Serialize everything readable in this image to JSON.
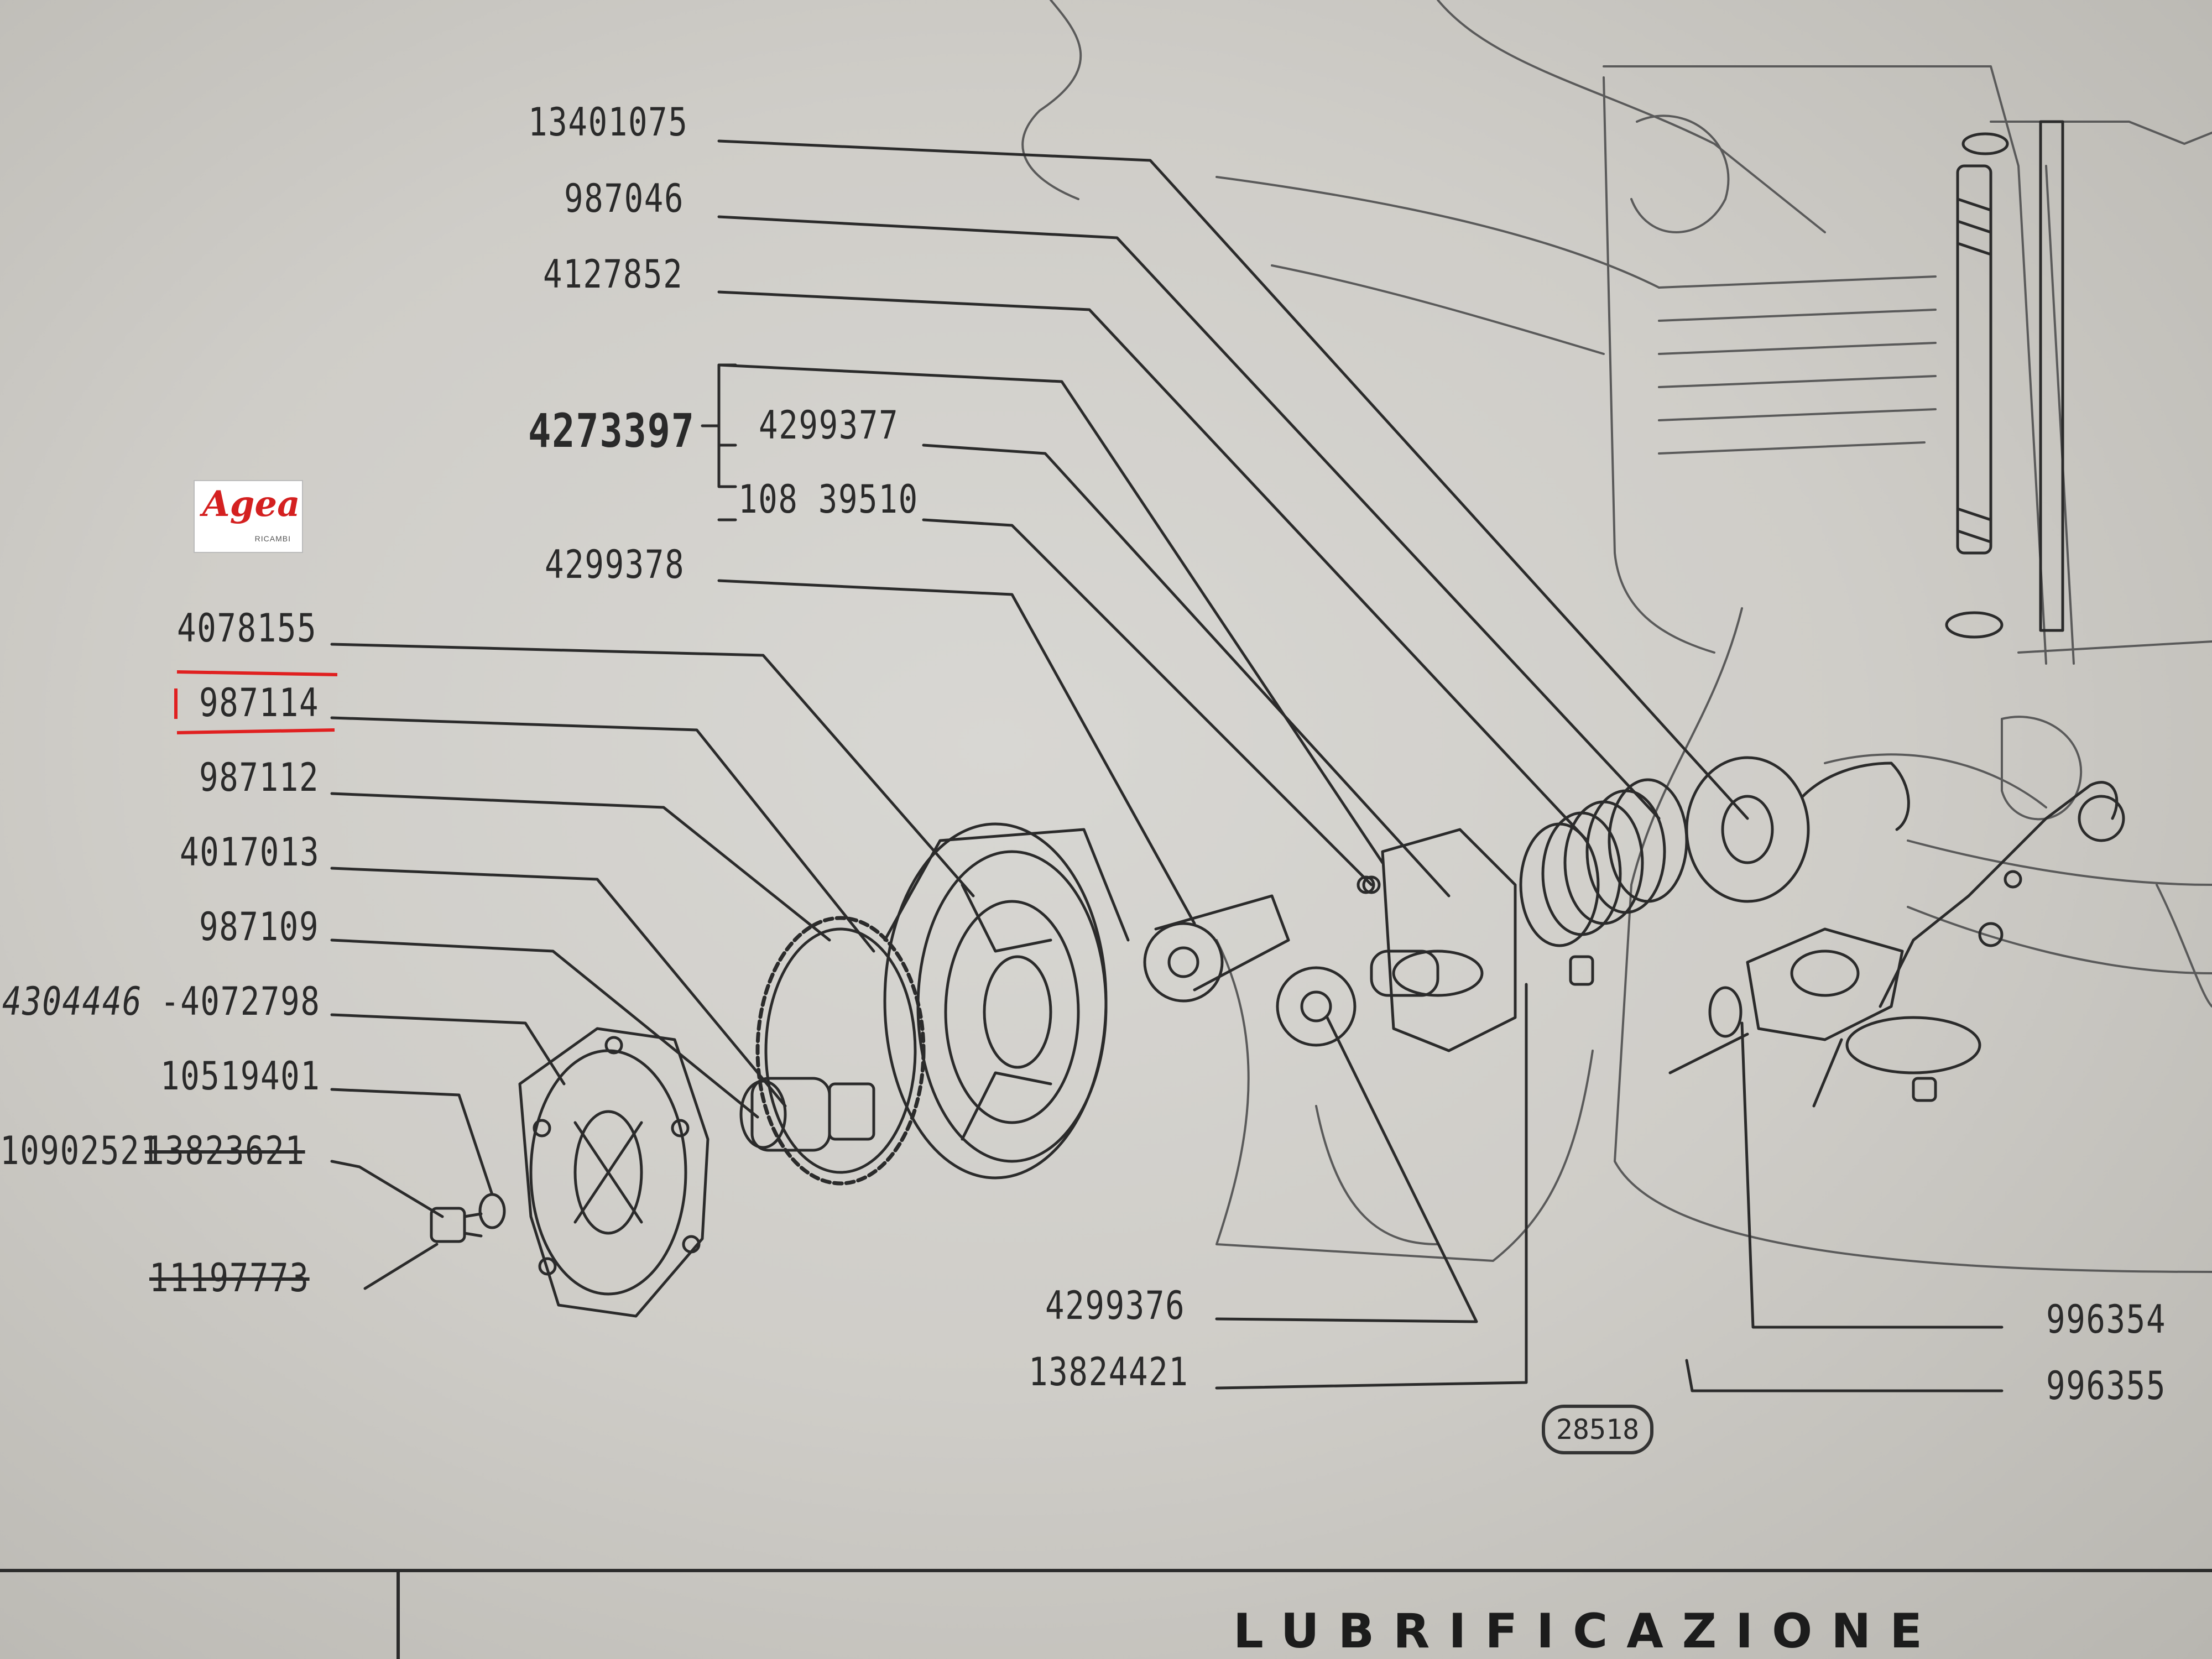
{
  "logo": {
    "brand": "Agea",
    "sub": "RICAMBI"
  },
  "figure_ref": "28518",
  "footer_title": "LUBRIFICAZIONE",
  "parts": {
    "p13401075": "13401075",
    "p987046": "987046",
    "p4127852": "4127852",
    "p4273397": "4273397",
    "p4299377": "4299377",
    "p10839510": "108 39510",
    "p4299378": "4299378",
    "p4078155": "4078155",
    "p987114": "987114",
    "p987112": "987112",
    "p4017013": "4017013",
    "p987109": "987109",
    "p4304446": "4304446",
    "p4072798": "-4072798",
    "p10519401": "10519401",
    "p10902521": "10902521",
    "p13823621": "13823621",
    "p11197773": "11197773",
    "p4299376": "4299376",
    "p13824421": "13824421",
    "p996354": "996354",
    "p996355": "996355"
  },
  "colors": {
    "paper": "#d4d3cf",
    "ink": "#262626",
    "highlight": "#e02020",
    "logo_red": "#d42020"
  }
}
